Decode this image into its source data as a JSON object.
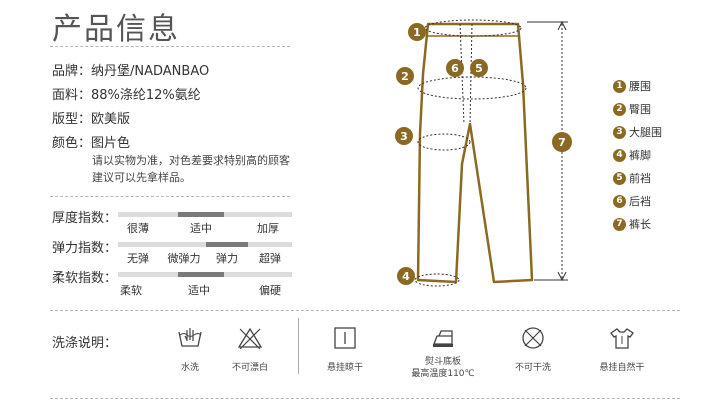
{
  "title": "产品信息",
  "info": {
    "brand": "品牌：纳丹堡/NADANBAO",
    "fabric": "面料：88%涤纶12%氨纶",
    "fit": "版型：欧美版",
    "color": "颜色：图片色",
    "note_line1": "请以实物为准，对色差要求特别高的顾客",
    "note_line2": "建议可以先拿样品。"
  },
  "scales": [
    {
      "label": "厚度指数：",
      "options": [
        "很薄",
        "适中",
        "加厚"
      ],
      "selected_index": 1
    },
    {
      "label": "弹力指数：",
      "options": [
        "无弹",
        "微弹力",
        "弹力",
        "超弹"
      ],
      "selected_index": 2
    },
    {
      "label": "柔软指数：",
      "options": [
        "柔软",
        "适中",
        "偏硬"
      ],
      "selected_index": 1
    }
  ],
  "diagram": {
    "badges": [
      "1",
      "2",
      "3",
      "4",
      "5",
      "6",
      "7"
    ],
    "accent_color": "#8a6a22"
  },
  "legend": [
    {
      "num": "1",
      "text": "腰围"
    },
    {
      "num": "2",
      "text": "臀围"
    },
    {
      "num": "3",
      "text": "大腿围"
    },
    {
      "num": "4",
      "text": "裤脚"
    },
    {
      "num": "5",
      "text": "前裆"
    },
    {
      "num": "6",
      "text": "后裆"
    },
    {
      "num": "7",
      "text": "裤长"
    }
  ],
  "wash": {
    "title": "洗涤说明：",
    "items": [
      {
        "icon": "hand-wash-icon",
        "label": "水洗"
      },
      {
        "icon": "no-bleach-icon",
        "label": "不可漂白"
      },
      {
        "icon": "hang-dry-icon",
        "label": "悬挂晾干"
      },
      {
        "icon": "iron-icon",
        "label": "熨斗底板",
        "label2": "最高温度110℃"
      },
      {
        "icon": "no-dry-clean-icon",
        "label": "不可干洗"
      },
      {
        "icon": "hang-natural-dry-icon",
        "label": "悬挂自然干"
      }
    ]
  }
}
